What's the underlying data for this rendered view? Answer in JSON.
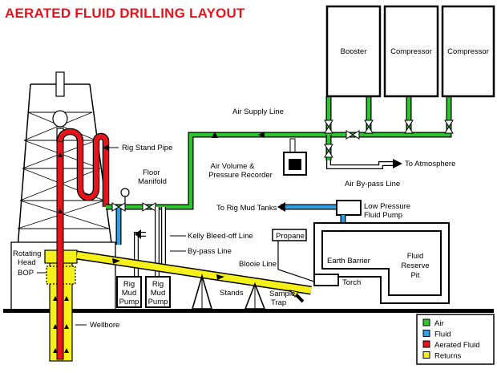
{
  "title": "AERATED FLUID DRILLING LAYOUT",
  "equipment": {
    "booster": "Booster",
    "compressor_1": "Compressor",
    "compressor_2": "Compressor",
    "air_volume_recorder": [
      "Air Volume &",
      "Pressure Recorder"
    ],
    "rig_mud_pump_1": [
      "Rig",
      "Mud",
      "Pump"
    ],
    "rig_mud_pump_2": [
      "Rig",
      "Mud",
      "Pump"
    ],
    "low_pressure_pump": [
      "Low Pressure",
      "Fluid Pump"
    ],
    "propane": "Propane",
    "earth_barrier": "Earth Barrier",
    "torch": "Torch",
    "fluid_reserve_pit": [
      "Fluid",
      "Reserve",
      "Pit"
    ]
  },
  "labels": {
    "air_supply_line": "Air Supply Line",
    "to_atmosphere": "To Atmosphere",
    "air_bypass_line": "Air By-pass Line",
    "rig_stand_pipe": "Rig Stand Pipe",
    "floor_manifold": [
      "Floor",
      "Manifold"
    ],
    "to_rig_mud_tanks": "To Rig Mud Tanks",
    "kelly_bleed_off_line": "Kelly Bleed-off Line",
    "bypass_line": "By-pass Line",
    "blooie_line": "Blooie Line",
    "stands": "Stands",
    "sample_trap": [
      "Sample",
      "Trap"
    ],
    "rotating_head": [
      "Rotating",
      "Head"
    ],
    "bop": "BOP",
    "wellbore": "Wellbore"
  },
  "legend": [
    {
      "label": "Air",
      "color": "#2dc52d"
    },
    {
      "label": "Fluid",
      "color": "#2e9fe0"
    },
    {
      "label": "Aerated Fluid",
      "color": "#e8141c"
    },
    {
      "label": "Returns",
      "color": "#f5ef1a"
    }
  ],
  "colors": {
    "air": "#2dc52d",
    "fluid": "#2e9fe0",
    "aerated": "#e8141c",
    "returns": "#f5ef1a"
  }
}
